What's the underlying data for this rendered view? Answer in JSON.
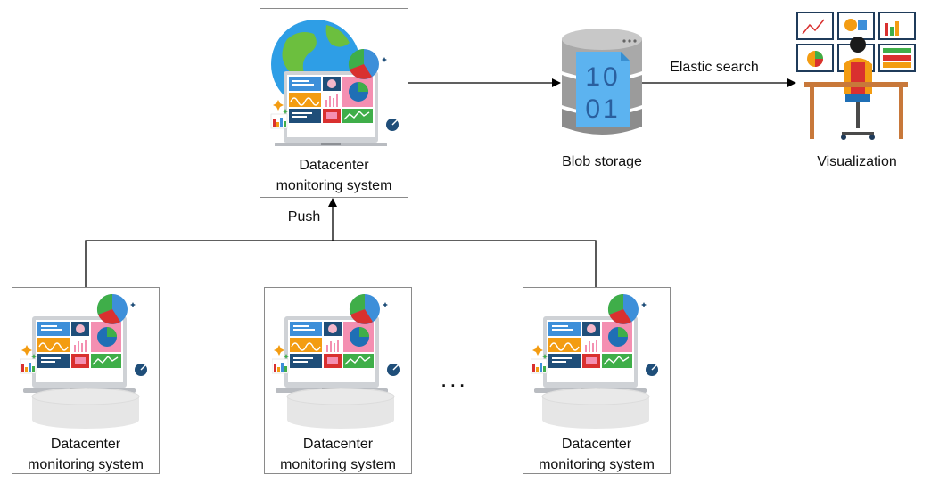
{
  "diagram": {
    "central": {
      "line1": "Datacenter",
      "line2": "monitoring system"
    },
    "storage_label": "Blob storage",
    "storage_bits": {
      "row1": "10",
      "row2": "01"
    },
    "viz_label": "Visualization",
    "edge_search": "Elastic search",
    "edge_push": "Push",
    "ellipsis": "...",
    "sources": [
      {
        "line1": "Datacenter",
        "line2": "monitoring system"
      },
      {
        "line1": "Datacenter",
        "line2": "monitoring system"
      },
      {
        "line1": "Datacenter",
        "line2": "monitoring system"
      }
    ]
  },
  "colors": {
    "box_border": "#8a8a8a",
    "arrow": "#000000",
    "db_cylinder": "#e6e6e6",
    "storage_gray": "#9e9e9e",
    "storage_blue": "#5cb3f0",
    "storage_text": "#2a5f9e",
    "chart_green": "#3fae49",
    "chart_red": "#d9302f",
    "chart_blue": "#3d8fd9",
    "chart_pink": "#f48fb1",
    "chart_orange": "#f39c12",
    "globe_blue": "#2e9ee6",
    "globe_green": "#6cbf3e"
  }
}
